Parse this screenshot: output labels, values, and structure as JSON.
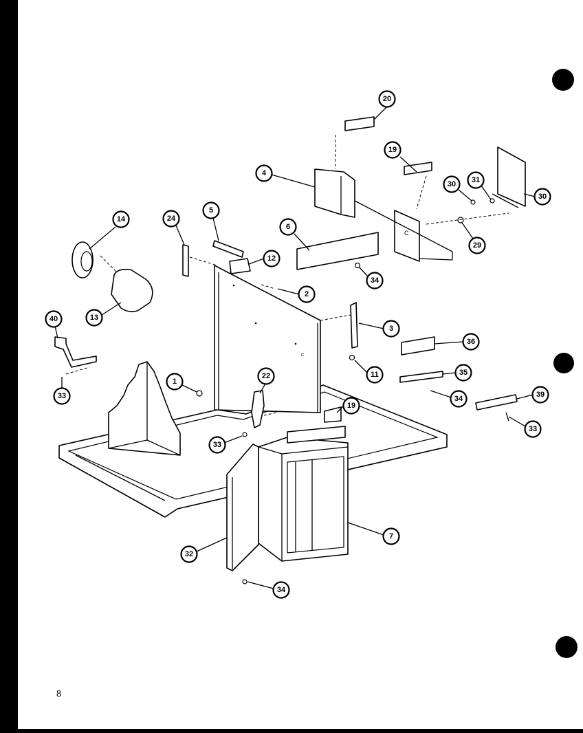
{
  "page_number": "8",
  "callouts": [
    {
      "id": "c20",
      "label": "20"
    },
    {
      "id": "c19a",
      "label": "19"
    },
    {
      "id": "c4",
      "label": "4"
    },
    {
      "id": "c30a",
      "label": "30"
    },
    {
      "id": "c31",
      "label": "31"
    },
    {
      "id": "c30b",
      "label": "30"
    },
    {
      "id": "c29",
      "label": "29"
    },
    {
      "id": "c14",
      "label": "14"
    },
    {
      "id": "c24",
      "label": "24"
    },
    {
      "id": "c5",
      "label": "5"
    },
    {
      "id": "c6",
      "label": "6"
    },
    {
      "id": "c12",
      "label": "12"
    },
    {
      "id": "c34a",
      "label": "34"
    },
    {
      "id": "c2",
      "label": "2"
    },
    {
      "id": "c13",
      "label": "13"
    },
    {
      "id": "c3",
      "label": "3"
    },
    {
      "id": "c36",
      "label": "36"
    },
    {
      "id": "c40",
      "label": "40"
    },
    {
      "id": "c11",
      "label": "11"
    },
    {
      "id": "c35",
      "label": "35"
    },
    {
      "id": "c33a",
      "label": "33"
    },
    {
      "id": "c1",
      "label": "1"
    },
    {
      "id": "c22",
      "label": "22"
    },
    {
      "id": "c34b",
      "label": "34"
    },
    {
      "id": "c39",
      "label": "39"
    },
    {
      "id": "c19b",
      "label": "19"
    },
    {
      "id": "c33b",
      "label": "33"
    },
    {
      "id": "c33c",
      "label": "33"
    },
    {
      "id": "c7",
      "label": "7"
    },
    {
      "id": "c32",
      "label": "32"
    },
    {
      "id": "c34c",
      "label": "34"
    }
  ]
}
